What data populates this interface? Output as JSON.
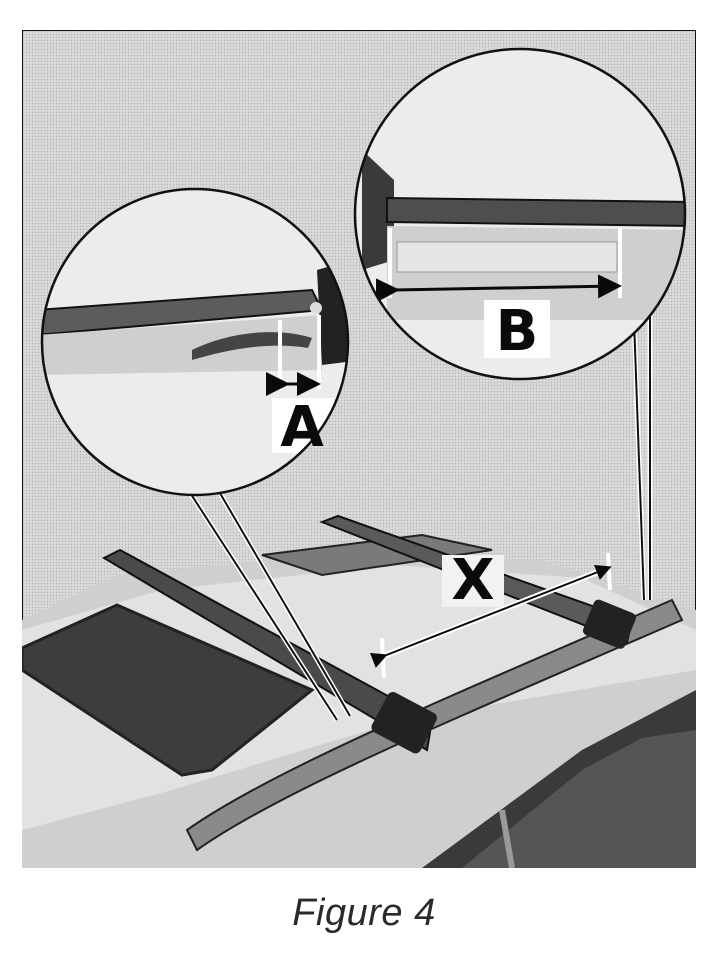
{
  "figure": {
    "caption": "Figure 4",
    "labels": {
      "a": "A",
      "b": "B",
      "x": "X"
    }
  },
  "colors": {
    "background": "#ffffff",
    "photo_tone": "#d6d6d6",
    "ink": "#0a0a0a"
  }
}
